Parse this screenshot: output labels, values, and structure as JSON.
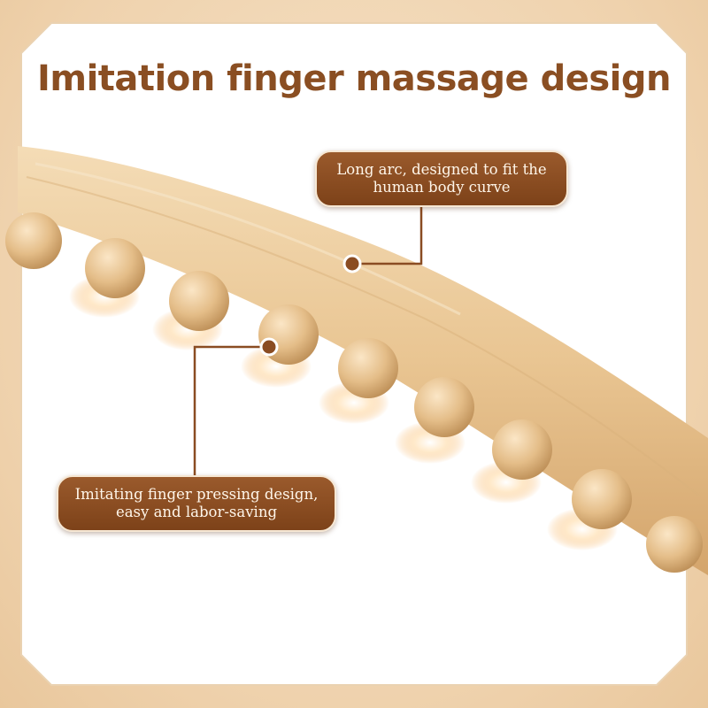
{
  "title": "Imitation finger massage design",
  "callouts": {
    "top": {
      "line1": "Long arc, designed to fit the",
      "line2": "human body curve"
    },
    "bottom": {
      "line1": "Imitating finger pressing design,",
      "line2": "easy and labor-saving"
    }
  },
  "colors": {
    "title": "#8a4e22",
    "callout_bg": "#8a4c22",
    "callout_text": "#fff6ea",
    "background": "#f0d9bb",
    "card": "#ffffff",
    "wood": "#e9c592"
  }
}
